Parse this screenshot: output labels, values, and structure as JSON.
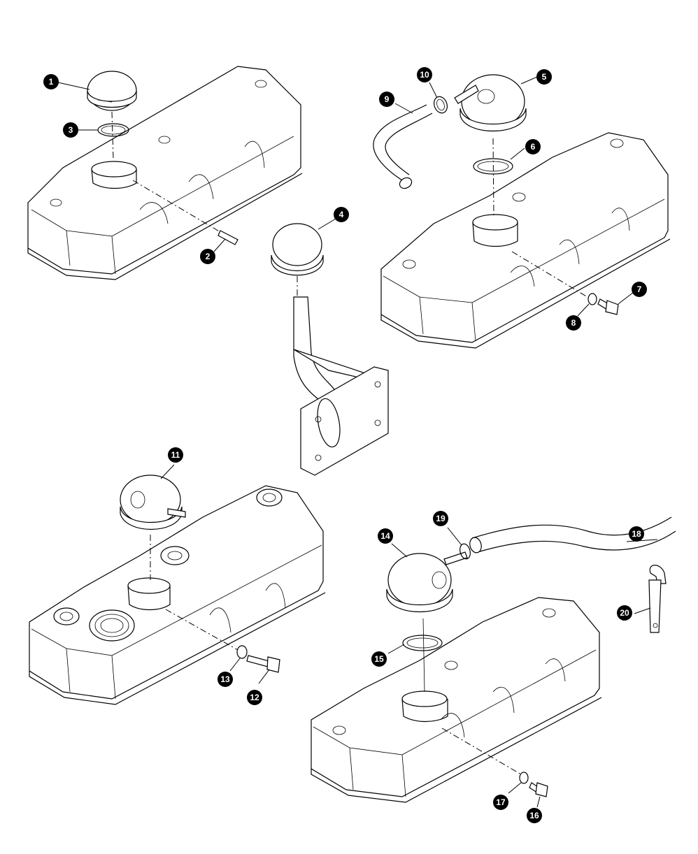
{
  "callouts": [
    {
      "label": "1"
    },
    {
      "label": "2"
    },
    {
      "label": "3"
    },
    {
      "label": "4"
    },
    {
      "label": "5"
    },
    {
      "label": "6"
    },
    {
      "label": "7"
    },
    {
      "label": "8"
    },
    {
      "label": "9"
    },
    {
      "label": "10"
    },
    {
      "label": "11"
    },
    {
      "label": "12"
    },
    {
      "label": "13"
    },
    {
      "label": "14"
    },
    {
      "label": "15"
    },
    {
      "label": "16"
    },
    {
      "label": "17"
    },
    {
      "label": "18"
    },
    {
      "label": "19"
    },
    {
      "label": "20"
    }
  ]
}
